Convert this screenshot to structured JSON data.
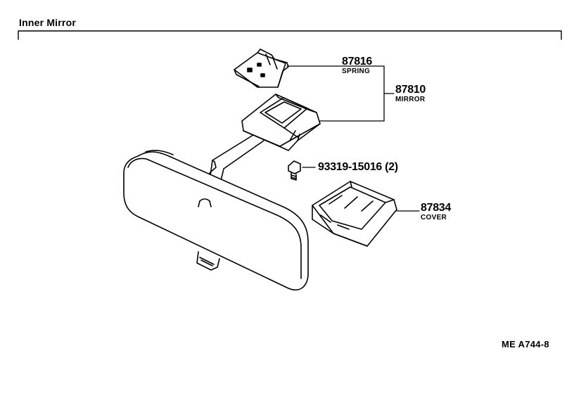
{
  "title": "Inner Mirror",
  "parts": [
    {
      "number": "87816",
      "name": "SPRING"
    },
    {
      "number": "87810",
      "name": "MIRROR"
    },
    {
      "number": "93319-15016 (2)",
      "name": ""
    },
    {
      "number": "87834",
      "name": "COVER"
    }
  ],
  "reference": "ME  A744-8"
}
